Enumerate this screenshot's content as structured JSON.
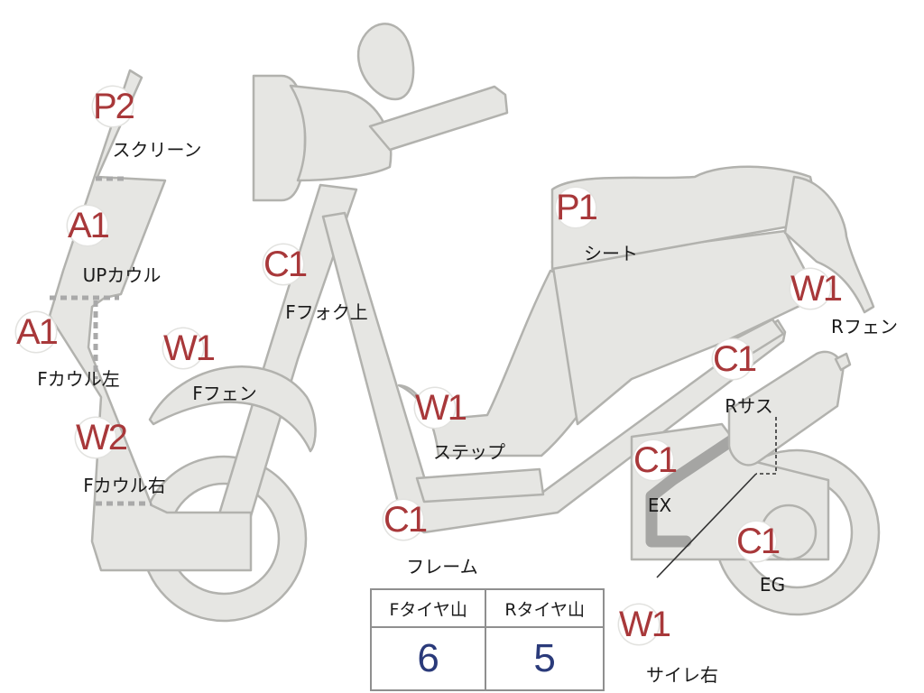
{
  "markers": [
    {
      "id": "screen-p2",
      "code": "P2",
      "label": "スクリーン"
    },
    {
      "id": "up-cowl-a1",
      "code": "A1",
      "label": "UPカウル"
    },
    {
      "id": "f-cowl-left-a1",
      "code": "A1",
      "label": "Fカウル左"
    },
    {
      "id": "f-cowl-right-w2",
      "code": "W2",
      "label": "Fカウル右"
    },
    {
      "id": "f-fender-w1",
      "code": "W1",
      "label": "Fフェン"
    },
    {
      "id": "f-fork-c1",
      "code": "C1",
      "label": "Fフォク上"
    },
    {
      "id": "step-w1",
      "code": "W1",
      "label": "ステップ"
    },
    {
      "id": "frame-c1",
      "code": "C1",
      "label": "フレーム"
    },
    {
      "id": "seat-p1",
      "code": "P1",
      "label": "シート"
    },
    {
      "id": "r-fender-w1",
      "code": "W1",
      "label": "Rフェン"
    },
    {
      "id": "r-suspension-c1",
      "code": "C1",
      "label": "Rサス"
    },
    {
      "id": "exhaust-c1",
      "code": "C1",
      "label": "EX"
    },
    {
      "id": "engine-c1",
      "code": "C1",
      "label": "EG"
    },
    {
      "id": "muffler-right-w1",
      "code": "W1",
      "label": "サイレ右"
    }
  ],
  "tire_table": {
    "front": {
      "header": "Fタイヤ山",
      "value": "6"
    },
    "rear": {
      "header": "Rタイヤ山",
      "value": "5"
    }
  }
}
